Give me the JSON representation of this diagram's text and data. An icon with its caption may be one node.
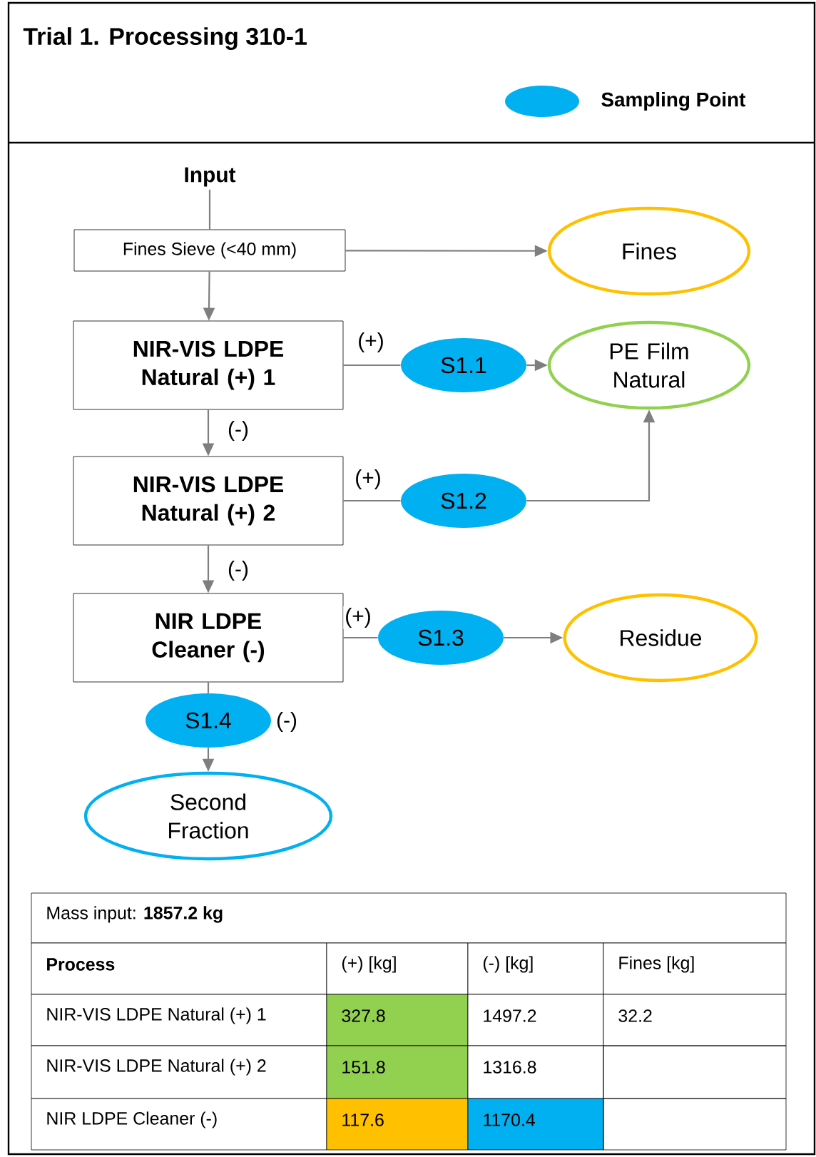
{
  "diagram": {
    "title": "Trial 1. Processing 310-1",
    "nodes": [
      {
        "text": [
          "Input"
        ]
      },
      {
        "text": [
          "Fines Sieve (<40 mm)"
        ]
      },
      {
        "text": [
          "Fines"
        ]
      },
      {
        "text": [
          "NIR-VIS LDPE Natural (+) 1"
        ]
      },
      {
        "text": [
          "S1.1"
        ]
      },
      {
        "text": [
          "PE Film Natural"
        ]
      },
      {
        "text": [
          "NIR-VIS LDPE Natural (+) 2"
        ]
      },
      {
        "text": [
          "S1.2"
        ]
      },
      {
        "text": [
          "NIR LDPE Cleaner (-)"
        ]
      },
      {
        "text": [
          "S1.3"
        ]
      },
      {
        "text": [
          "Residue"
        ]
      },
      {
        "text": [
          "S1.4"
        ],
        "beside": [
          "(-)"
        ]
      },
      {
        "text": [
          "Second Fraction"
        ]
      }
    ],
    "edges": [
      {
        "from": 0,
        "to": 1,
        "arrow": "none"
      },
      {
        "from": 1,
        "to": 2,
        "arrow": "to"
      },
      {
        "from": 1,
        "to": 3,
        "arrow": "to"
      },
      {
        "from": 3,
        "to": 4,
        "arrow": "none",
        "label": "(+)"
      },
      {
        "from": 4,
        "to": 5,
        "arrow": "to"
      },
      {
        "from": 3,
        "to": 6,
        "arrow": "to",
        "label": "(-)"
      },
      {
        "from": 6,
        "to": 7,
        "arrow": "none",
        "label": "(+)"
      },
      {
        "from": 7,
        "to": 5,
        "arrow": "to"
      },
      {
        "from": 6,
        "to": 8,
        "arrow": "to",
        "label": "(-)"
      },
      {
        "from": 8,
        "to": 9,
        "arrow": "none",
        "label": "(+)"
      },
      {
        "from": 9,
        "to": 10,
        "arrow": "to"
      },
      {
        "from": 8,
        "to": 11,
        "arrow": "none"
      },
      {
        "from": 11,
        "to": 12,
        "arrow": "to"
      }
    ],
    "labels": [
      "Mass input:  **1857.2 kg**",
      "Process",
      "(+) [kg]",
      "(-) [kg]",
      "Fines [kg]",
      "NIR-VIS LDPE Natural (+) 1",
      "327.8",
      "1497.2",
      "32.2",
      "NIR-VIS LDPE Natural (+) 2",
      "151.8",
      "1316.8",
      "NIR LDPE Cleaner (-)",
      "117.6",
      "1170.4"
    ],
    "legend": [
      {
        "text": "Sampling Point",
        "color": "#00b0f0"
      }
    ]
  }
}
